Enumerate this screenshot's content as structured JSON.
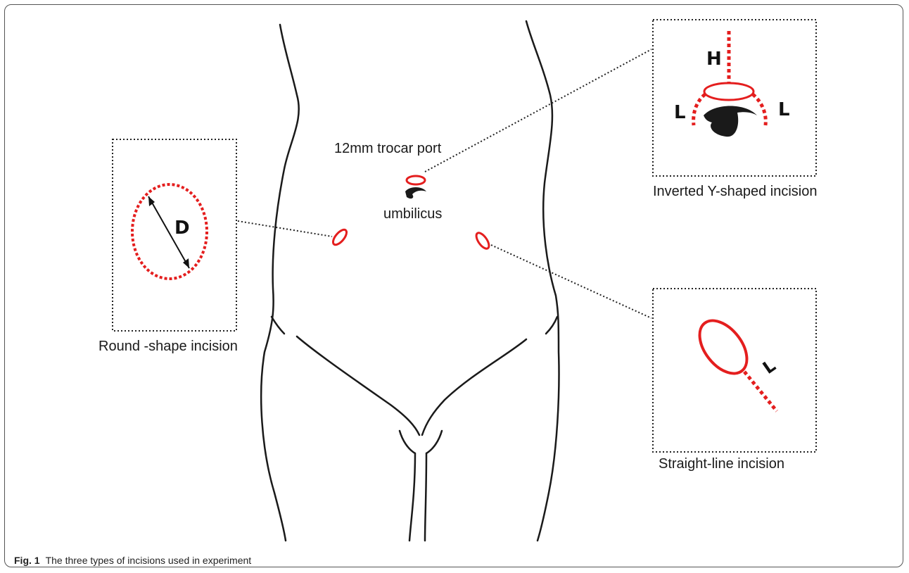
{
  "labels": {
    "trocar_port": "12mm trocar port",
    "umbilicus": "umbilicus",
    "round_incision": "Round -shape incision",
    "inverted_y_incision": "Inverted Y-shaped incision",
    "straight_line_incision": "Straight-line incision"
  },
  "markers": {
    "diameter": "D",
    "height": "H",
    "length_left": "L",
    "length_right": "L",
    "length_straight": "L"
  },
  "caption": {
    "number": "Fig. 1",
    "text": "The three types of incisions used in experiment"
  },
  "colors": {
    "incision": "#e41e1e",
    "outline": "#1a1a1a",
    "leader": "#222222"
  }
}
